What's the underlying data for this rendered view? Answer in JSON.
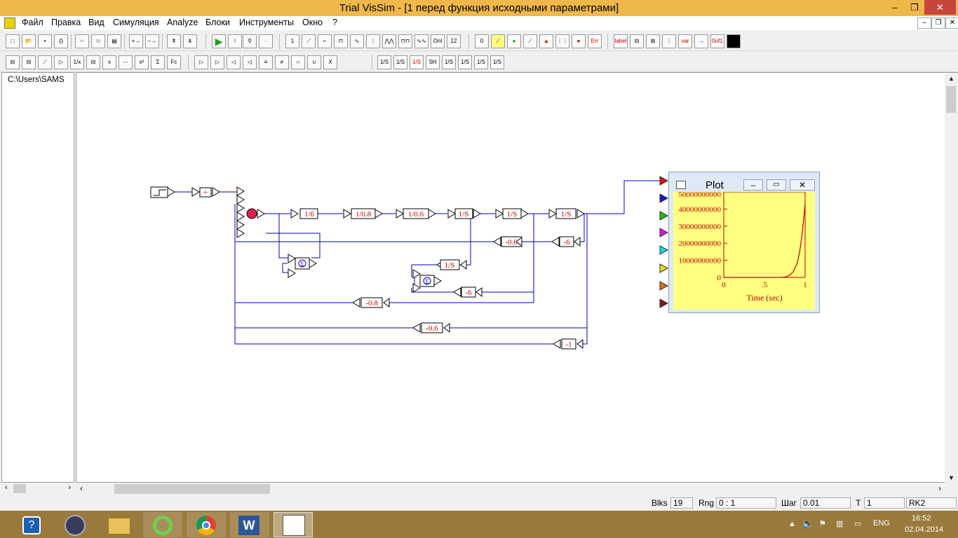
{
  "window": {
    "title": "Trial VisSim - [1 перед функция исходными параметрами]",
    "controls": [
      "–",
      "❐",
      "✕"
    ]
  },
  "menu": {
    "items": [
      "Файл",
      "Правка",
      "Вид",
      "Симуляция",
      "Analyze",
      "Блоки",
      "Инструменты",
      "Окно",
      "?"
    ],
    "mdi_controls": [
      "–",
      "❐",
      "✕"
    ]
  },
  "toolbar1": {
    "icons": [
      "new-icon",
      "open-icon",
      "save-icon",
      "print-icon",
      "cut-icon",
      "copy-icon",
      "paste-icon",
      "add-input-icon",
      "add-output-icon",
      "align-top-icon",
      "align-bottom-icon",
      "run-icon",
      "pause-icon",
      "step-icon",
      "continue-icon",
      "block-1-icon",
      "block-2-icon",
      "block-3-icon",
      "block-4-icon",
      "block-5-icon",
      "block-6-icon",
      "block-7-icon",
      "block-8-icon",
      "block-9-icon",
      "onl-icon",
      "block-11-icon",
      "const-icon",
      "plot-icon",
      "light-icon",
      "stripchart-icon",
      "histogram-icon",
      "matrix-icon",
      "stop-icon",
      "err-icon",
      "label-icon",
      "gain-block-icon",
      "summing-block-icon",
      "integrator-block-icon",
      "variable-icon",
      "wire-icon",
      "switch-icon",
      "color-icon"
    ],
    "labels": {
      "onl": "Onl",
      "label": "label",
      "var": "var",
      "switch": "0of1"
    }
  },
  "toolbar2": {
    "icons_a": [
      "blk-a1",
      "blk-a2",
      "blk-a3",
      "blk-a4",
      "blk-a5",
      "blk-a6",
      "blk-a7",
      "blk-a8",
      "blk-a9",
      "blk-a10",
      "blk-a11"
    ],
    "icons_b": [
      "blk-b1",
      "blk-b2",
      "blk-b3",
      "blk-b4",
      "blk-b5",
      "blk-b6",
      "blk-b7",
      "blk-b8",
      "blk-b9"
    ],
    "icons_c": [
      "blk-c1",
      "blk-c2",
      "blk-c3",
      "blk-c4",
      "blk-c5",
      "blk-c6",
      "blk-c7"
    ],
    "labels_c": [
      "1/S",
      "1/S",
      "1/S",
      "SH",
      "1/S",
      "1/S",
      "1/S"
    ]
  },
  "tree": {
    "root": "C:\\Users\\SAMS"
  },
  "diagram": {
    "step_label": "",
    "gain_plus": "+",
    "forward_chain": [
      "1/6",
      "1/0.8",
      "1/0.6",
      "1/S",
      "1/S",
      "1/S"
    ],
    "feedback": [
      "-0.6",
      "-6",
      "1/S",
      "-6",
      "-0.8",
      "-0.6",
      "-1"
    ],
    "sum_symbol": "Σ"
  },
  "plot": {
    "title": "Plot",
    "xlabel": "Time (sec)",
    "yticks": [
      "50000000000",
      "40000000000",
      "30000000000",
      "20000000000",
      "10000000000",
      "0"
    ],
    "xticks": [
      "0",
      ".5",
      "1"
    ],
    "colors": {
      "background": "#ffff80",
      "trace": "#c00000",
      "frame": "#c00000",
      "text": "#c00000"
    }
  },
  "chart_data": {
    "type": "line",
    "title": "Plot",
    "xlabel": "Time (sec)",
    "ylabel": "",
    "xlim": [
      0,
      1
    ],
    "ylim": [
      0,
      50000000000
    ],
    "x": [
      0,
      0.5,
      0.7,
      0.75,
      0.8,
      0.85,
      0.9,
      0.93,
      0.96,
      0.98,
      1.0
    ],
    "series": [
      {
        "values": [
          0,
          0,
          0,
          200000000,
          1000000000,
          3000000000,
          8000000000,
          14000000000,
          24000000000,
          33000000000,
          43000000000
        ]
      }
    ]
  },
  "status": {
    "blks_label": "Blks",
    "blks": "19",
    "rng_label": "Rng",
    "rng": "0 : 1",
    "step_label": "Шаг",
    "step": "0.01",
    "t_label": "T",
    "t": "1",
    "method": "RK2"
  },
  "taskbar": {
    "apps": [
      "help-icon",
      "media-icon",
      "explorer-icon",
      "app-icon",
      "chrome-icon",
      "word-icon",
      "vissim-icon"
    ],
    "lang": "ENG",
    "time": "16:52",
    "date": "02.04.2014"
  }
}
